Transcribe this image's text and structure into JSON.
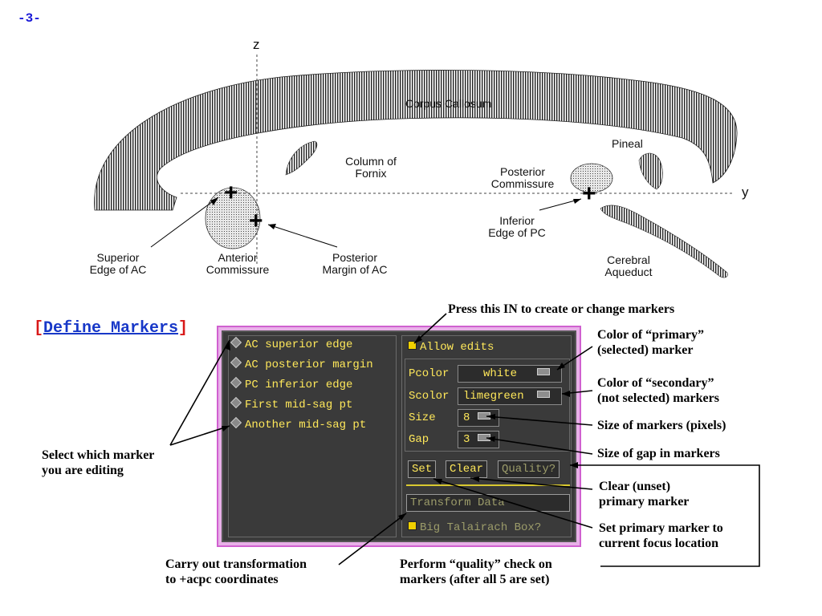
{
  "page": {
    "number": "-3-"
  },
  "diagram": {
    "axis_z": "z",
    "axis_y": "y",
    "labels": {
      "corpus_callosum": "Corpus Callosum",
      "column_fornix_1": "Column of",
      "column_fornix_2": "Fornix",
      "pineal": "Pineal",
      "posterior_commissure_1": "Posterior",
      "posterior_commissure_2": "Commissure",
      "inferior_pc_1": "Inferior",
      "inferior_pc_2": "Edge of PC",
      "cerebral_aqueduct_1": "Cerebral",
      "cerebral_aqueduct_2": "Aqueduct",
      "superior_ac_1": "Superior",
      "superior_ac_2": "Edge of AC",
      "anterior_commissure_1": "Anterior",
      "anterior_commissure_2": "Commissure",
      "posterior_margin_ac_1": "Posterior",
      "posterior_margin_ac_2": "Margin of AC"
    }
  },
  "define_markers": {
    "open": "[",
    "label": "Define Markers",
    "close": "]"
  },
  "panel": {
    "markers": [
      "AC superior edge",
      "AC posterior margin",
      "PC inferior edge",
      "First mid-sag pt",
      "Another mid-sag pt"
    ],
    "allow_edits": "Allow edits",
    "pcolor_label": "Pcolor",
    "pcolor_value": "white",
    "scolor_label": "Scolor",
    "scolor_value": "limegreen",
    "size_label": "Size",
    "size_value": "8",
    "gap_label": "Gap",
    "gap_value": "3",
    "set_button": "Set",
    "clear_button": "Clear",
    "quality_button": "Quality?",
    "transform_button": "Transform Data",
    "big_box": "Big Talairach Box?"
  },
  "annotations": {
    "press_in": "Press this IN to create or change markers",
    "pcolor_1": "Color of “primary”",
    "pcolor_2": "(selected) marker",
    "scolor_1": "Color of “secondary”",
    "scolor_2": "(not selected) markers",
    "size": "Size of markers (pixels)",
    "gap": "Size of gap in markers",
    "clear_1": "Clear (unset)",
    "clear_2": "primary marker",
    "set_1": "Set primary marker to",
    "set_2": "current focus location",
    "select_1": "Select which marker",
    "select_2": "you are editing",
    "carry_1": "Carry out transformation",
    "carry_2": "to +acpc coordinates",
    "quality_1": "Perform “quality” check on",
    "quality_2": "markers (after all 5 are set)"
  }
}
